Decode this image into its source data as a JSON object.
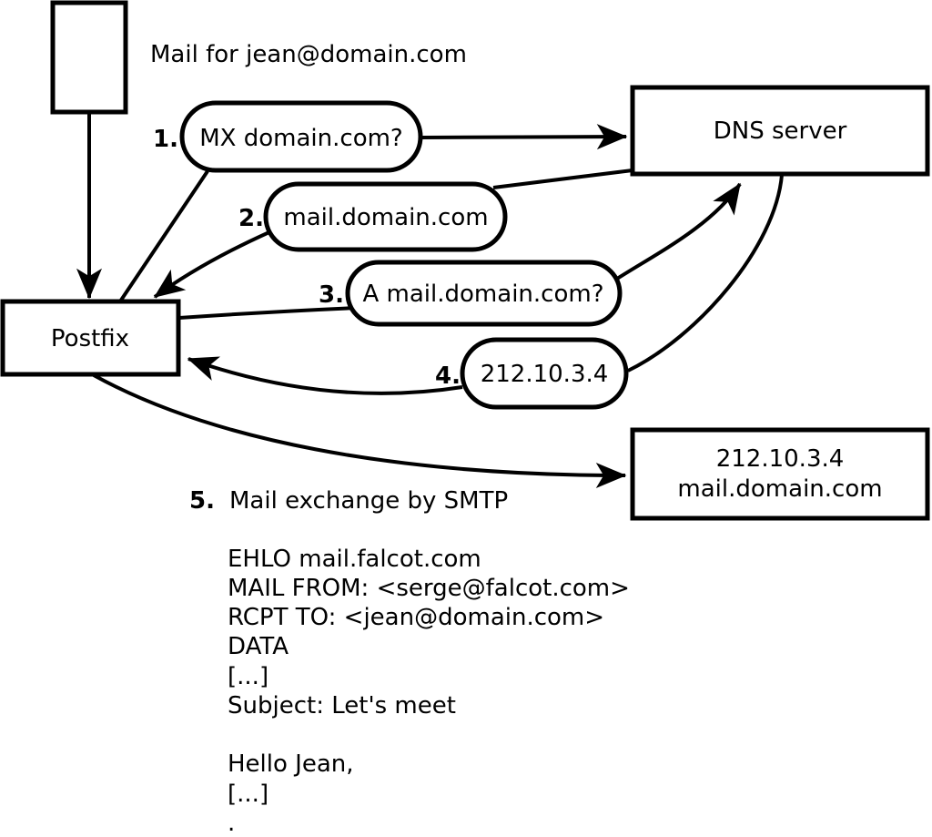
{
  "title": "Mail for jean@domain.com",
  "colors": {
    "line": "#000000",
    "background": "#ffffff"
  },
  "nodes": {
    "postfix": {
      "label": "Postfix"
    },
    "dns": {
      "label": "DNS server"
    },
    "mailserver": {
      "line1": "212.10.3.4",
      "line2": "mail.domain.com"
    }
  },
  "steps": [
    {
      "num": "1.",
      "label": "MX domain.com?"
    },
    {
      "num": "2.",
      "label": "mail.domain.com"
    },
    {
      "num": "3.",
      "label": "A mail.domain.com?"
    },
    {
      "num": "4.",
      "label": "212.10.3.4"
    },
    {
      "num": "5.",
      "label": "Mail exchange by SMTP"
    }
  ],
  "smtp_session": {
    "lines": [
      "EHLO mail.falcot.com",
      "MAIL FROM: <serge@falcot.com>",
      "RCPT TO: <jean@domain.com>",
      "DATA",
      "[...]",
      "Subject: Let's meet",
      "",
      "Hello Jean,",
      "[...]",
      "."
    ]
  }
}
